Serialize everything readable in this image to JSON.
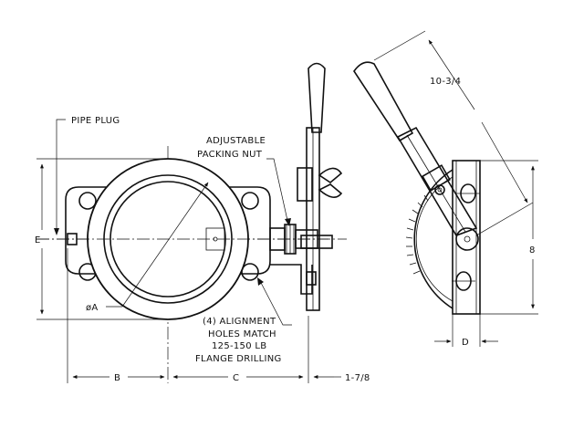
{
  "labels": {
    "pipe_plug": "PIPE PLUG",
    "adjustable_1": "ADJUSTABLE",
    "adjustable_2": "PACKING NUT",
    "alignment_1": "(4) ALIGNMENT",
    "alignment_2": "HOLES MATCH",
    "alignment_3": "125-150 LB",
    "alignment_4": "FLANGE DRILLING",
    "dim_a": "øA",
    "dim_b": "B",
    "dim_c": "C",
    "dim_d": "D",
    "dim_e": "E",
    "dim_8": "8",
    "dim_handle": "10-3/4",
    "dim_side": "1-7/8"
  }
}
